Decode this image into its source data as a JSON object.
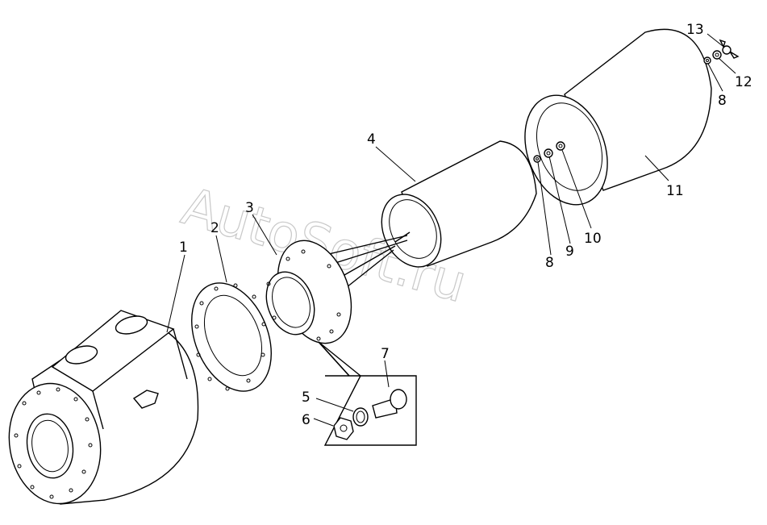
{
  "watermark": "AutoSoft.ru",
  "callouts": {
    "c1": "1",
    "c2": "2",
    "c3": "3",
    "c4": "4",
    "c5": "5",
    "c6": "6",
    "c7": "7",
    "c8a": "8",
    "c8b": "8",
    "c9": "9",
    "c10": "10",
    "c11": "11",
    "c12": "12",
    "c13": "13"
  }
}
